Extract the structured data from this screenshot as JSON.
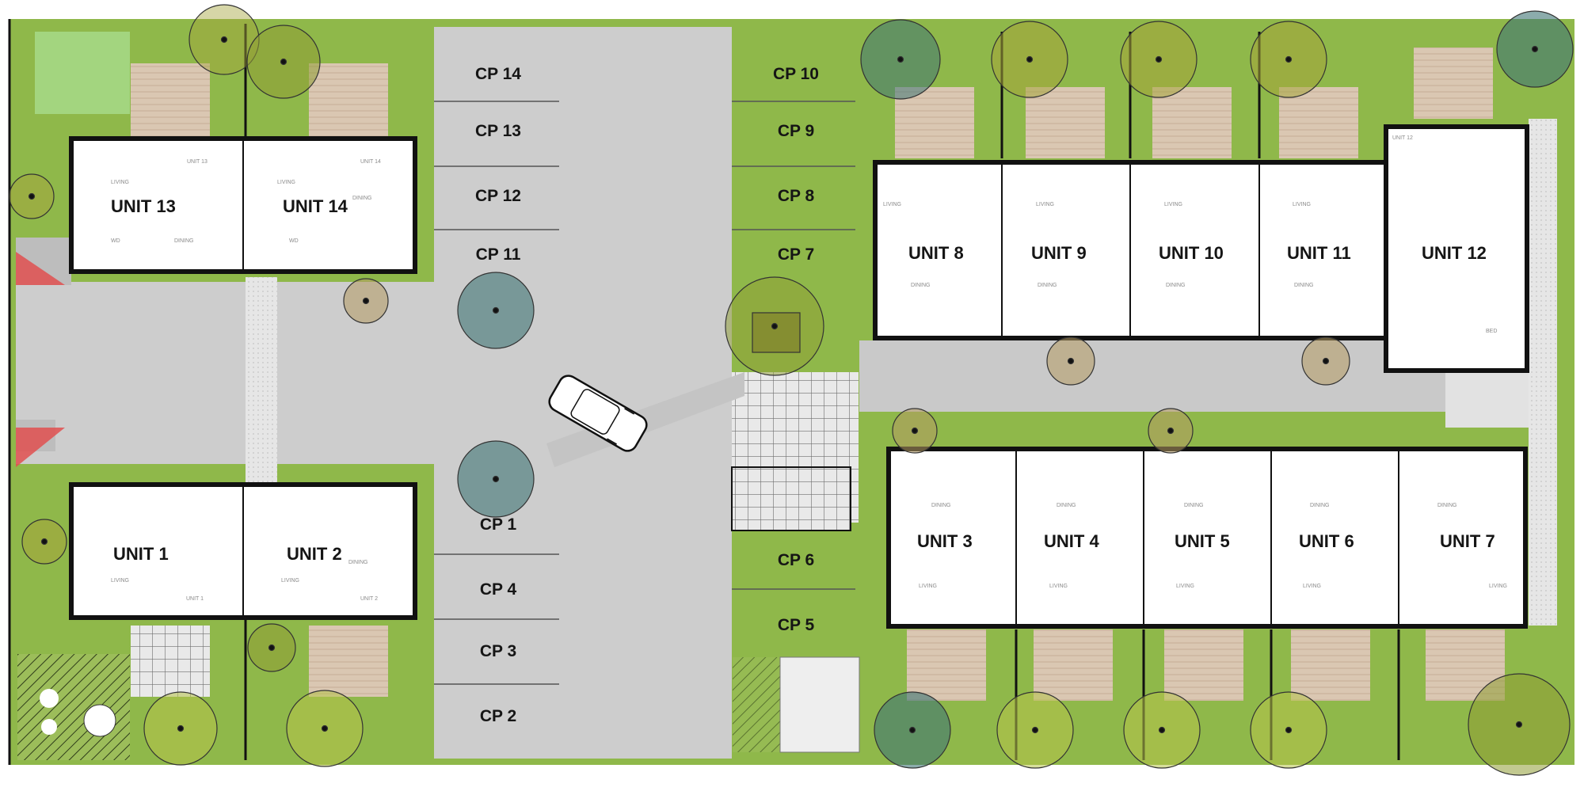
{
  "site_plan": {
    "units": [
      {
        "id": "unit-13",
        "label": "UNIT 13",
        "room_labels": [
          "LIVING",
          "UNIT 13",
          "WD",
          "DINING"
        ]
      },
      {
        "id": "unit-14",
        "label": "UNIT 14",
        "room_labels": [
          "LIVING",
          "UNIT 14",
          "DINING",
          "WD"
        ]
      },
      {
        "id": "unit-1",
        "label": "UNIT 1",
        "room_labels": [
          "LIVING",
          "UNIT 1"
        ]
      },
      {
        "id": "unit-2",
        "label": "UNIT 2",
        "room_labels": [
          "LIVING",
          "DINING",
          "UNIT 2"
        ]
      },
      {
        "id": "unit-8",
        "label": "UNIT 8",
        "room_labels": [
          "LIVING",
          "DINING"
        ]
      },
      {
        "id": "unit-9",
        "label": "UNIT 9",
        "room_labels": [
          "LIVING",
          "DINING"
        ]
      },
      {
        "id": "unit-10",
        "label": "UNIT 10",
        "room_labels": [
          "LIVING",
          "DINING"
        ]
      },
      {
        "id": "unit-11",
        "label": "UNIT 11",
        "room_labels": [
          "LIVING",
          "DINING"
        ]
      },
      {
        "id": "unit-12",
        "label": "UNIT 12",
        "room_labels": [
          "UNIT 12",
          "BED"
        ]
      },
      {
        "id": "unit-3",
        "label": "UNIT 3",
        "room_labels": [
          "DINING",
          "LIVING"
        ]
      },
      {
        "id": "unit-4",
        "label": "UNIT 4",
        "room_labels": [
          "DINING",
          "LIVING"
        ]
      },
      {
        "id": "unit-5",
        "label": "UNIT 5",
        "room_labels": [
          "DINING",
          "LIVING"
        ]
      },
      {
        "id": "unit-6",
        "label": "UNIT 6",
        "room_labels": [
          "DINING",
          "LIVING"
        ]
      },
      {
        "id": "unit-7",
        "label": "UNIT 7",
        "room_labels": [
          "DINING",
          "LIVING"
        ]
      }
    ],
    "car_parks": {
      "west_upper": [
        "CP 14",
        "CP 13",
        "CP 12",
        "CP 11"
      ],
      "east_upper": [
        "CP 10",
        "CP 9",
        "CP 8",
        "CP 7"
      ],
      "west_lower": [
        "CP 1",
        "CP 4",
        "CP 3",
        "CP 2"
      ],
      "east_lower": [
        "CP 6",
        "CP 5"
      ]
    },
    "colors": {
      "lawn": "#8fb84a",
      "pavement": "#d6d6d6",
      "driveway": "#c9c9c9",
      "walls": "#111111",
      "tree_olive": "#a5a43b",
      "tree_teal": "#3f7474",
      "deck": "#d8c4ae",
      "vehicle_warning": "#e05050"
    }
  }
}
